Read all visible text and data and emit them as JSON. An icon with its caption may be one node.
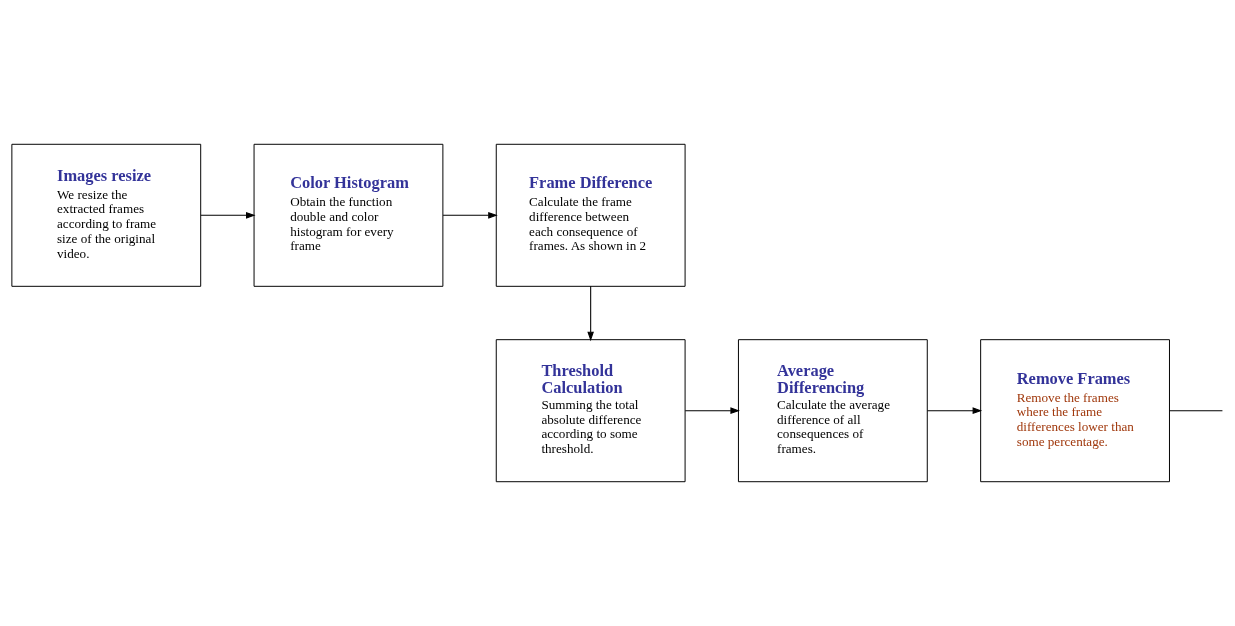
{
  "diagram": {
    "nodes": [
      {
        "text": [
          "Images resize",
          "We resize the extracted frames according to frame size of the original video."
        ]
      },
      {
        "text": [
          "Color Histogram",
          "Obtain the function double and color histogram for every frame"
        ]
      },
      {
        "text": [
          "Frame Difference",
          "Calculate the frame difference between each consequence of frames. As shown in 2"
        ]
      },
      {
        "text": [
          "Threshold Calculation",
          "Summing the total absolute difference according to some threshold."
        ]
      },
      {
        "text": [
          "Average Differencing",
          "Calculate the average difference of all consequences of frames."
        ]
      },
      {
        "text": [
          "Remove Frames",
          "Remove the frames where the frame differences lower than some percentage."
        ]
      }
    ],
    "edges": [
      {
        "from": 0,
        "to": 1,
        "arrow": "to"
      },
      {
        "from": 1,
        "to": 2,
        "arrow": "to"
      },
      {
        "from": 2,
        "to": 3,
        "arrow": "to"
      },
      {
        "from": 3,
        "to": 4,
        "arrow": "to"
      },
      {
        "from": 4,
        "to": 5,
        "arrow": "to"
      },
      {
        "from": 5,
        "to": null,
        "arrow": "none"
      }
    ]
  }
}
